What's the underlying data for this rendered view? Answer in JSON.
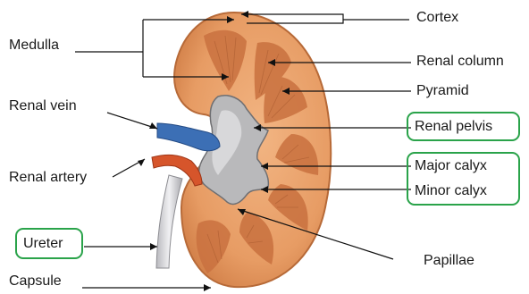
{
  "labels": {
    "cortex": "Cortex",
    "medulla": "Medulla",
    "renal_column": "Renal column",
    "pyramid": "Pyramid",
    "renal_vein": "Renal vein",
    "renal_pelvis": "Renal pelvis",
    "major_calyx": "Major calyx",
    "minor_calyx": "Minor calyx",
    "renal_artery": "Renal artery",
    "ureter": "Ureter",
    "papillae": "Papillae",
    "capsule": "Capsule"
  },
  "colors": {
    "highlight_box": "#2aa34a",
    "cortex": "#e9a06a",
    "medulla": "#c9713f",
    "renal_sinus": "#b8b8b8",
    "renal_vein": "#3c6fb5",
    "renal_artery": "#d6552b",
    "ureter": "#d9d9dc"
  }
}
